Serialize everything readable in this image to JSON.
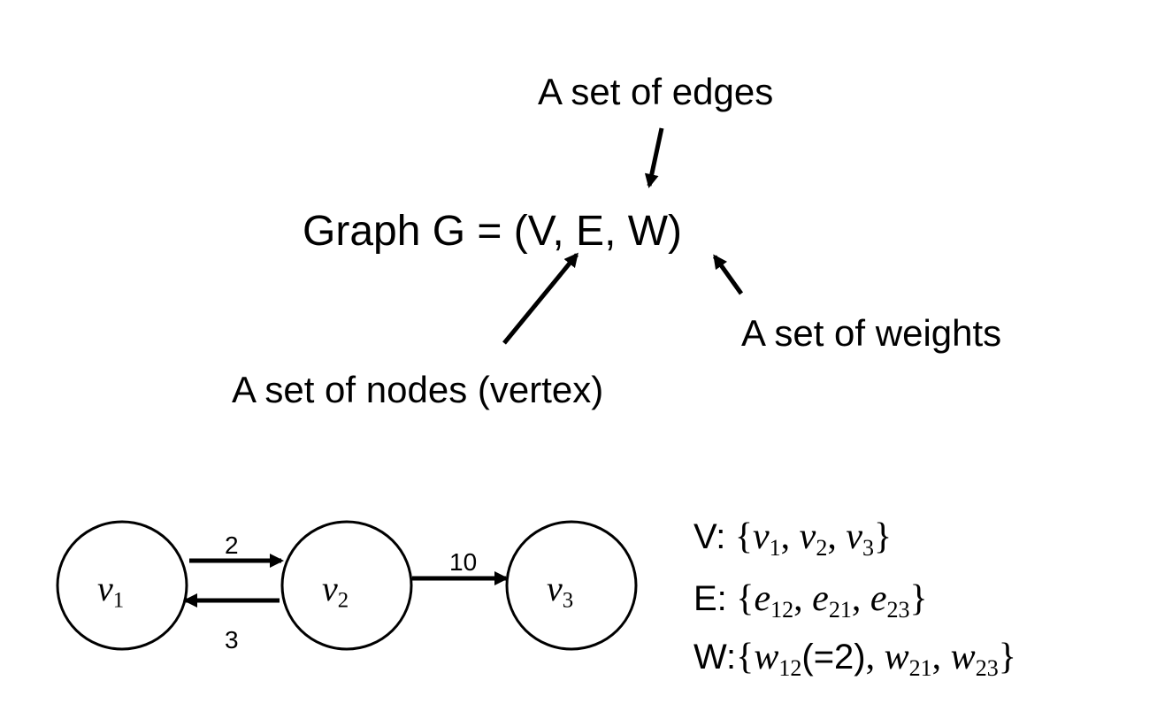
{
  "header": {
    "formula": "Graph G = (V, E, W)",
    "edges_label": "A set of edges",
    "nodes_label": "A set of nodes (vertex)",
    "weights_label": "A set of weights"
  },
  "graph": {
    "nodes": [
      {
        "id": "v1",
        "var": "v",
        "sub": "1"
      },
      {
        "id": "v2",
        "var": "v",
        "sub": "2"
      },
      {
        "id": "v3",
        "var": "v",
        "sub": "3"
      }
    ],
    "edges": [
      {
        "from": "v1",
        "to": "v2",
        "weight": "2"
      },
      {
        "from": "v2",
        "to": "v1",
        "weight": "3"
      },
      {
        "from": "v2",
        "to": "v3",
        "weight": "10"
      }
    ]
  },
  "sets": {
    "V": {
      "key": "V:",
      "open": " {",
      "close": "}",
      "items": [
        {
          "var": "v",
          "sub": "1"
        },
        {
          "var": "v",
          "sub": "2"
        },
        {
          "var": "v",
          "sub": "3"
        }
      ]
    },
    "E": {
      "key": "E:",
      "open": " {",
      "close": "}",
      "items": [
        {
          "var": "e",
          "sub": "12"
        },
        {
          "var": "e",
          "sub": "21"
        },
        {
          "var": "e",
          "sub": "23"
        }
      ]
    },
    "W": {
      "key": "W:",
      "open": "{",
      "close": "}",
      "items": [
        {
          "var": "w",
          "sub": "12",
          "suffix": "(=2)"
        },
        {
          "var": "w",
          "sub": "21"
        },
        {
          "var": "w",
          "sub": "23"
        }
      ]
    }
  }
}
